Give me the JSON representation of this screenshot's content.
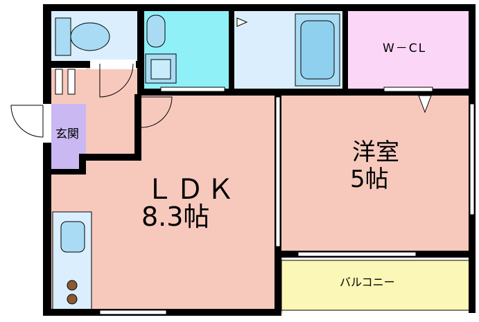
{
  "floorplan": {
    "rooms": {
      "ldk": {
        "name": "ＬＤＫ",
        "size": "8.3帖"
      },
      "western_room": {
        "name": "洋室",
        "size": "5帖"
      },
      "entrance": {
        "name": "玄関"
      },
      "closet": {
        "name": "W－CL"
      },
      "balcony": {
        "name": "バルコニー"
      }
    },
    "colors": {
      "ldk": "#f7c9bd",
      "western_room": "#f7c9bd",
      "entrance": "#c9b8f2",
      "closet": "#fcd6f6",
      "balcony": "#fbf7b6",
      "toilet": "#daeefd",
      "washroom": "#8ff0f8",
      "bathroom": "#daeefd",
      "fixture": "#a9dcf4",
      "stove": "#8a5a35",
      "wall": "#000000"
    }
  }
}
